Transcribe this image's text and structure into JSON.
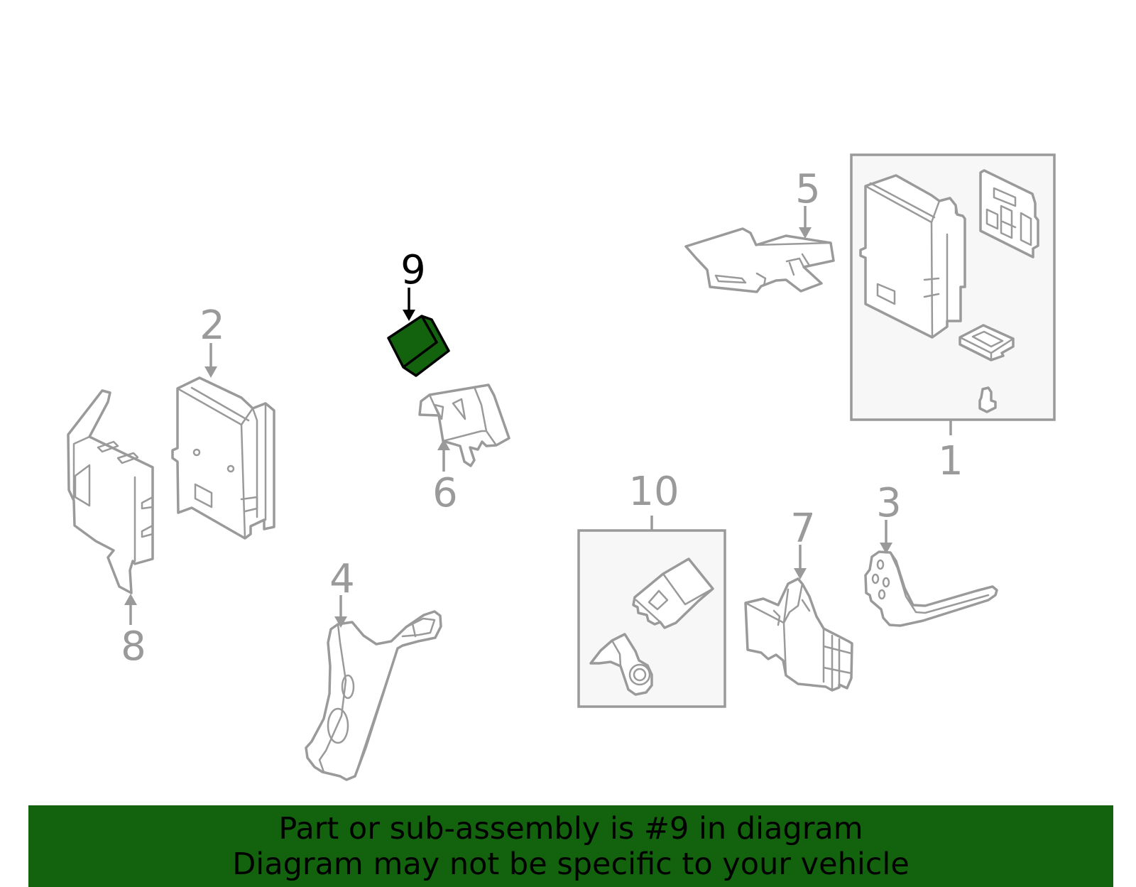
{
  "callouts": {
    "c1": "1",
    "c2": "2",
    "c3": "3",
    "c4": "4",
    "c5": "5",
    "c6": "6",
    "c7": "7",
    "c8": "8",
    "c9": "9",
    "c10": "10"
  },
  "highlight": {
    "part_number": "9",
    "color": "#13620d"
  },
  "colors": {
    "line_art": "#9a9a9a",
    "banner_background": "#13620d"
  },
  "banner": {
    "line1": "Part or sub-assembly is #9 in diagram",
    "line2": "Diagram may not be specific to your vehicle"
  }
}
